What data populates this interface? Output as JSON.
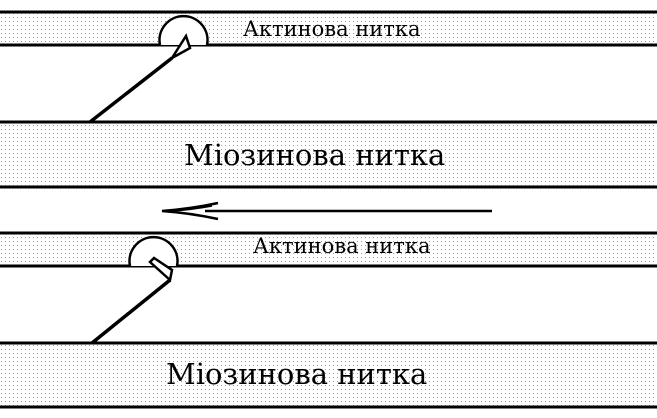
{
  "panels": [
    {
      "actin_label": "Актинова нитка",
      "myosin_label": "Міозинова нитка"
    },
    {
      "actin_label": "Актинова нитка",
      "myosin_label": "Міозинова нитка"
    }
  ],
  "arrow": {
    "direction": "left"
  },
  "colors": {
    "stroke": "#000000",
    "stipple": "#9a9a9a",
    "background": "#ffffff"
  }
}
